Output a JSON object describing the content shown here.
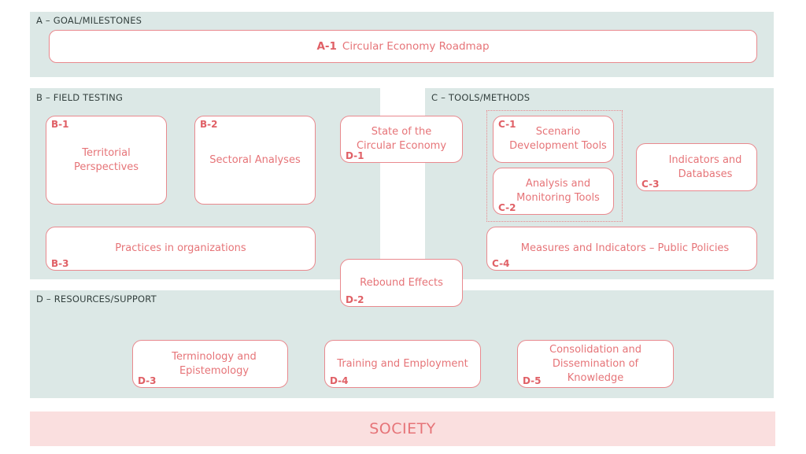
{
  "sections": {
    "a": "A – GOAL/MILESTONES",
    "b": "B – FIELD TESTING",
    "c": "C – TOOLS/METHODS",
    "d": "D – RESOURCES/SUPPORT"
  },
  "boxes": {
    "a1": {
      "code": "A-1",
      "label": "Circular Economy Roadmap"
    },
    "b1": {
      "code": "B-1",
      "label": "Territorial Perspectives"
    },
    "b2": {
      "code": "B-2",
      "label": "Sectoral Analyses"
    },
    "b3": {
      "code": "B-3",
      "label": "Practices in organizations"
    },
    "c1": {
      "code": "C-1",
      "label": "Scenario Development Tools"
    },
    "c2": {
      "code": "C-2",
      "label": "Analysis and Monitoring Tools"
    },
    "c3": {
      "code": "C-3",
      "label": "Indicators and Databases"
    },
    "c4": {
      "code": "C-4",
      "label": "Measures and Indicators – Public Policies"
    },
    "d1": {
      "code": "D-1",
      "label": "State of the Circular Economy"
    },
    "d2": {
      "code": "D-2",
      "label": "Rebound Effects"
    },
    "d3": {
      "code": "D-3",
      "label": "Terminology and Epistemology"
    },
    "d4": {
      "code": "D-4",
      "label": "Training and Employment"
    },
    "d5": {
      "code": "D-5",
      "label": "Consolidation and Dissemination of Knowledge"
    }
  },
  "society": "SOCIETY"
}
